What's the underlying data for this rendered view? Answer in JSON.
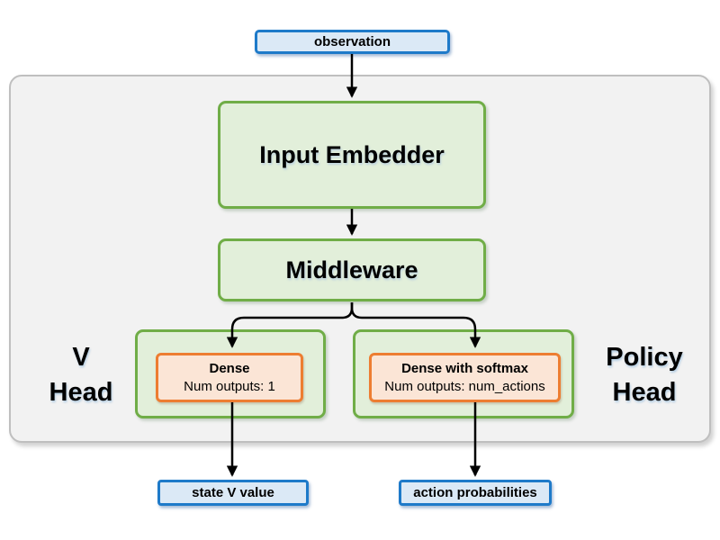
{
  "diagram": {
    "nodes": {
      "observation": "observation",
      "input_embedder": "Input Embedder",
      "middleware": "Middleware",
      "v_head": {
        "label_line1": "V",
        "label_line2": "Head",
        "dense_title": "Dense",
        "dense_subtitle": "Num outputs: 1",
        "output": "state V value"
      },
      "policy_head": {
        "label_line1": "Policy",
        "label_line2": "Head",
        "dense_title": "Dense with softmax",
        "dense_subtitle": "Num outputs: num_actions",
        "output": "action probabilities"
      }
    },
    "colors": {
      "io_node_fill": "#dbe9f6",
      "io_node_border": "#1e7ac9",
      "layer_fill": "#e2efda",
      "layer_border": "#70ad47",
      "dense_fill": "#fbe5d6",
      "dense_border": "#ed7d31",
      "container_fill": "#f2f2f2",
      "container_border": "#bfbfbf",
      "arrow": "#000000"
    }
  }
}
